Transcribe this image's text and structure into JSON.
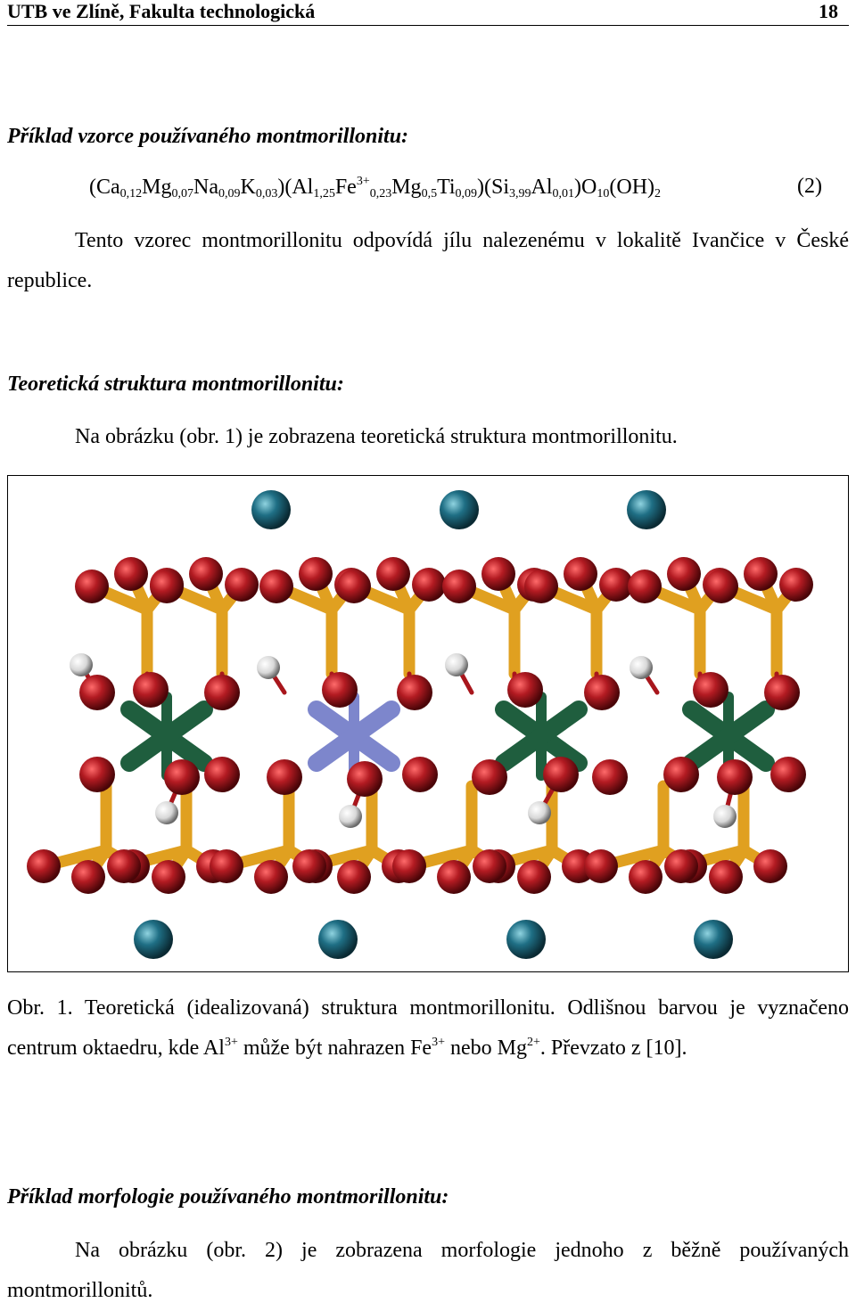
{
  "header": {
    "left": "UTB ve Zlíně, Fakulta technologická",
    "page_number": "18"
  },
  "section1": {
    "heading": "Příklad vzorce používaného montmorillonitu:",
    "formula": {
      "ca": "(Ca",
      "ca_sub": "0,12",
      "mg1": "Mg",
      "mg1_sub": "0,07",
      "na": "Na",
      "na_sub": "0,09",
      "k": "K",
      "k_sub": "0,03",
      "al1": ")(Al",
      "al1_sub": "1,25",
      "fe": "Fe",
      "fe_sup": "3+",
      "fe_sub": "0,23",
      "mg2": "Mg",
      "mg2_sub": "0,5",
      "ti": "Ti",
      "ti_sub": "0,09",
      "si": ")(Si",
      "si_sub": "3,99",
      "al2": "Al",
      "al2_sub": "0,01",
      "o": ")O",
      "o_sub": "10",
      "oh": "(OH)",
      "oh_sub": "2"
    },
    "equation_number": "(2)",
    "paragraph": "Tento vzorec montmorillonitu odpovídá jílu nalezenému v lokalitě Ivančice v České republice."
  },
  "section2": {
    "heading": "Teoretická struktura montmorillonitu:",
    "paragraph": "Na obrázku (obr. 1) je zobrazena teoretická struktura montmorillonitu."
  },
  "figure": {
    "colors": {
      "interlayer_cation": "#1f6f85",
      "oxygen": "#a8161c",
      "hydrogen": "#e6e6e6",
      "tetrahedral_bond": "#e0a020",
      "octahedral_al": "#1f5e3e",
      "octahedral_substituted": "#7d86cc"
    }
  },
  "caption": {
    "part1": "Obr. 1. Teoretická (idealizovaná) struktura montmorillonitu. Odlišnou barvou je vyznačeno centrum oktaedru, kde Al",
    "sup1": "3+",
    "part2": " může být nahrazen Fe",
    "sup2": "3+",
    "part3": " nebo Mg",
    "sup3": "2+",
    "part4": ". Převzato z [10]."
  },
  "section3": {
    "heading": "Příklad morfologie používaného montmorillonitu:",
    "paragraph": "Na obrázku (obr. 2) je zobrazena morfologie jednoho z běžně používaných montmorillonitů."
  }
}
